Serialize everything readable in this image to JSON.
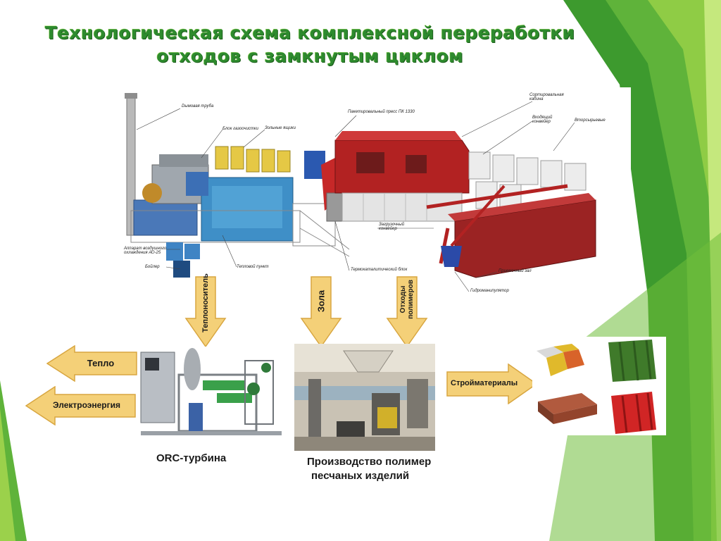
{
  "slide": {
    "title_line1": "Технологическая схема комплексной переработки",
    "title_line2": "отходов с замкнутым циклом"
  },
  "plant_labels": {
    "chimney": "Dымовая труба",
    "gas_cleaning": "Блок газоочистки",
    "ash_bins": "Зольные ящики",
    "press": "Пакетировальный пресс ПК 1330",
    "cabin": "Сортировальная кабина",
    "input_conveyor": "Входящий конвейер",
    "recyclables": "Вторсырьевые",
    "cooling_unit": "Аппарат воздушного охлаждения АО-25",
    "boiler": "Бойлер",
    "heat_point": "Тепловой пункт",
    "thermal_block": "Термокаталитический блок",
    "loading_conveyor": "Загрузочный конвейер",
    "receiving_bunker": "Приемочный зал",
    "hydromanipulator": "Гидроманипулятор"
  },
  "flows": {
    "coolant": "Теплоноситель",
    "ash": "Зола",
    "polymer_waste": "Отходы полимеров"
  },
  "outputs": {
    "heat": "Тепло",
    "electricity": "Электроэнергия",
    "building_materials": "Стройматериалы"
  },
  "captions": {
    "orc": "ORC-турбина",
    "production_line1": "Производство полимер",
    "production_line2": "песчаных изделий"
  },
  "colors": {
    "title_green": "#2e8b2e",
    "arrow_fill": "#f4d078",
    "arrow_stroke": "#d8a640",
    "bg_green_dark": "#2f8a2a",
    "bg_green_light": "#9bd14b",
    "container_red": "#b22222"
  }
}
